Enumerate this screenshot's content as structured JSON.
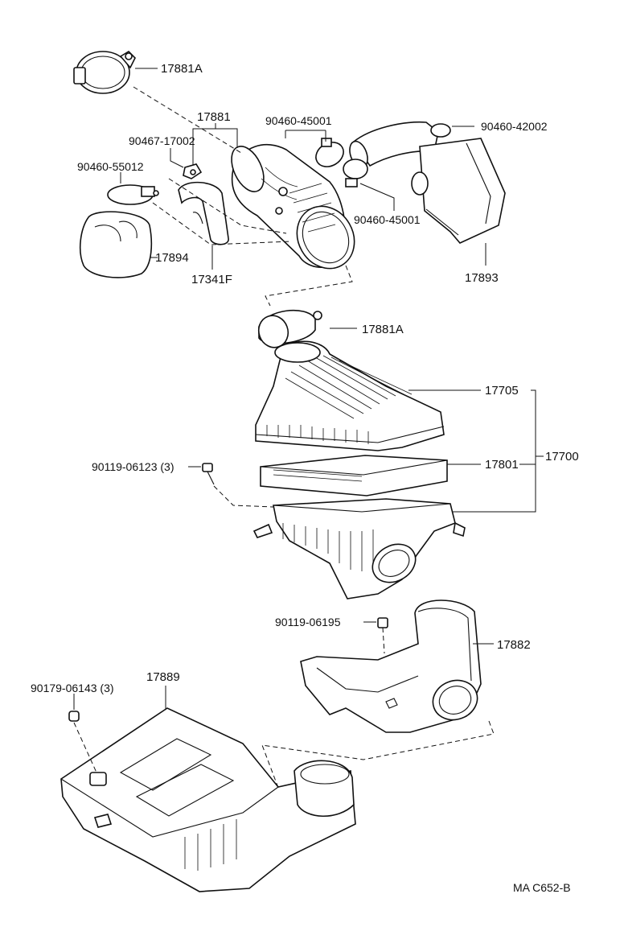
{
  "labels": {
    "l_17881A_top": "17881A",
    "l_17881": "17881",
    "l_90460_45001_top": "90460-45001",
    "l_90460_42002": "90460-42002",
    "l_90467_17002": "90467-17002",
    "l_90460_55012": "90460-55012",
    "l_90460_45001_bot": "90460-45001",
    "l_17894": "17894",
    "l_17341F": "17341F",
    "l_17893": "17893",
    "l_17881A_mid": "17881A",
    "l_17705": "17705",
    "l_17801": "17801",
    "l_17700": "17700",
    "l_90119_06123": "90119-06123 (3)",
    "l_90119_06195": "90119-06195",
    "l_17882": "17882",
    "l_17889": "17889",
    "l_90179_06143": "90179-06143 (3)",
    "diagram_code": "MA C652-B"
  }
}
